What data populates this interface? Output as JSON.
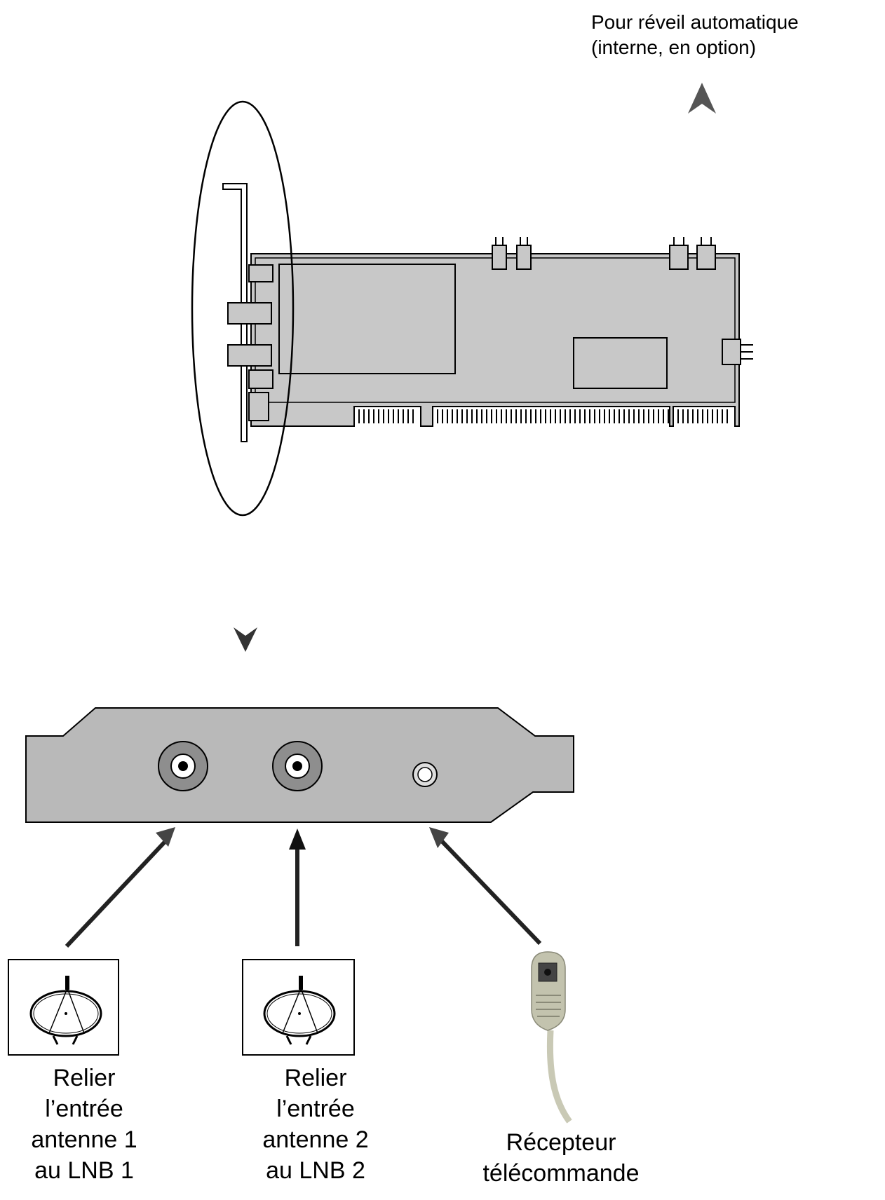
{
  "top_label": {
    "line1": "Pour réveil automatique",
    "line2": "(interne, en option)"
  },
  "captions": [
    {
      "lines": [
        "Relier",
        "l’entrée",
        "antenne 1",
        "au LNB 1"
      ]
    },
    {
      "lines": [
        "Relier",
        "l’entrée",
        "antenne 2",
        "au LNB 2"
      ]
    },
    {
      "lines": [
        "Récepteur",
        "télécommande"
      ]
    }
  ],
  "colors": {
    "board_fill": "#c8c8c8",
    "bracket_fill": "#b9b9b9",
    "arrow_gray": "#555555",
    "line": "#000000"
  }
}
